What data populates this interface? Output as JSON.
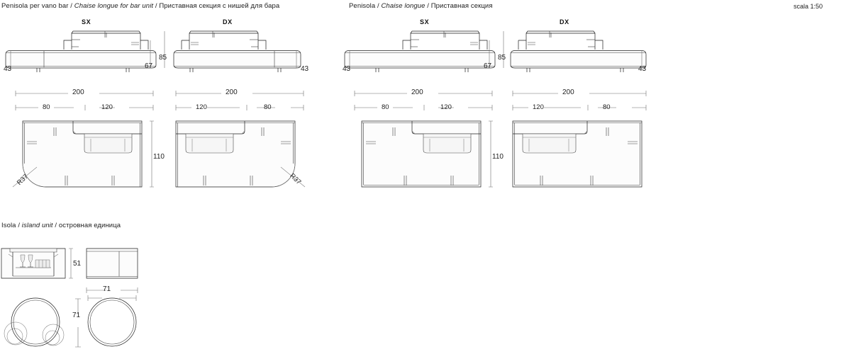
{
  "sheet": {
    "scale_label": "scala 1:50",
    "titles": {
      "section_a": {
        "it": "Penisola per vano bar",
        "en": "Chaise longue for bar unit",
        "ru": "Приставная секция с нишей для бара"
      },
      "section_b": {
        "it": "Penisola",
        "en": "Chaise longue",
        "ru": "Приставная секция"
      },
      "section_c": {
        "it": "Isola",
        "en": "island unit",
        "ru": "островная единица"
      }
    }
  },
  "section_a": {
    "name": "Penisola per vano bar",
    "variants": [
      {
        "hand": "SX",
        "elevation": {
          "base_height": "43",
          "back_height": "67",
          "total_height": "85",
          "width_total": "200",
          "width_left": "80",
          "width_right": "120"
        },
        "plan": {
          "depth": "110",
          "corner_radius": "R37"
        }
      },
      {
        "hand": "DX",
        "elevation": {
          "base_height": "43",
          "width_total": "200",
          "width_left": "120",
          "width_right": "80"
        },
        "plan": {
          "depth": "110",
          "corner_radius": "R37"
        }
      }
    ]
  },
  "section_b": {
    "name": "Penisola",
    "variants": [
      {
        "hand": "SX",
        "elevation": {
          "base_height": "43",
          "back_height": "67",
          "total_height": "85",
          "width_total": "200",
          "width_left": "80",
          "width_right": "120"
        },
        "plan": {
          "depth": "110"
        }
      },
      {
        "hand": "DX",
        "elevation": {
          "base_height": "43",
          "width_total": "200",
          "width_left": "120",
          "width_right": "80"
        },
        "plan": {
          "depth": "110"
        }
      }
    ]
  },
  "section_c": {
    "name": "Isola",
    "elevation_front": {
      "height": "51"
    },
    "elevation_side": {
      "width": "71"
    },
    "plan": {
      "diameter_depth": "71"
    }
  }
}
